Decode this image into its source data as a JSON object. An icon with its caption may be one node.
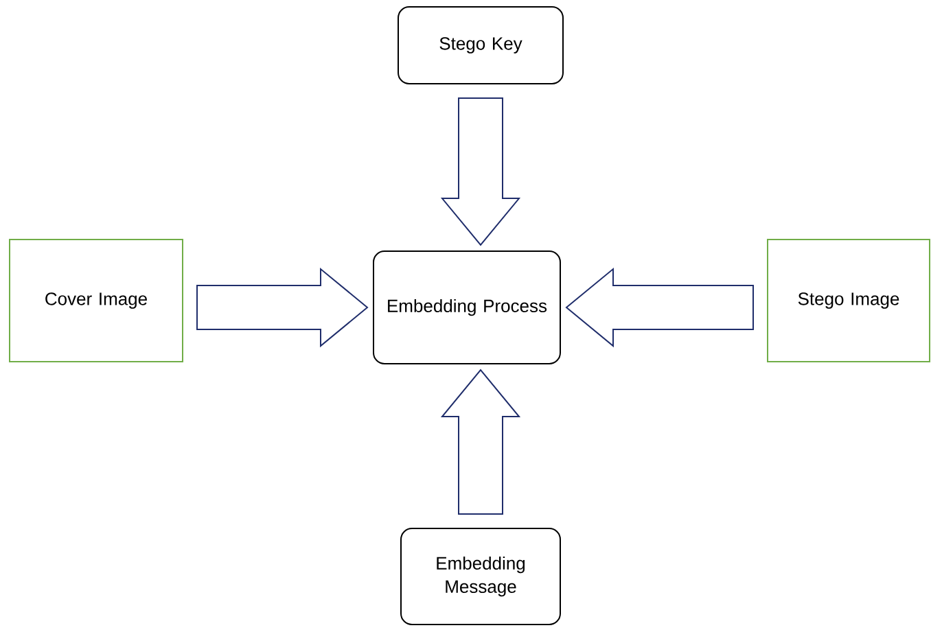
{
  "diagram": {
    "nodes": [
      {
        "text": [
          "Stego Key"
        ]
      },
      {
        "text": [
          "Cover Image"
        ]
      },
      {
        "text": [
          "Embedding Process"
        ]
      },
      {
        "text": [
          "Stego Image"
        ]
      },
      {
        "text": [
          "Embedding Message"
        ]
      }
    ],
    "edges": [
      {
        "from": 0,
        "to": 2,
        "arrow": "to"
      },
      {
        "from": 1,
        "to": 2,
        "arrow": "to"
      },
      {
        "from": 3,
        "to": 2,
        "arrow": "to"
      },
      {
        "from": 4,
        "to": 2,
        "arrow": "to"
      }
    ]
  }
}
